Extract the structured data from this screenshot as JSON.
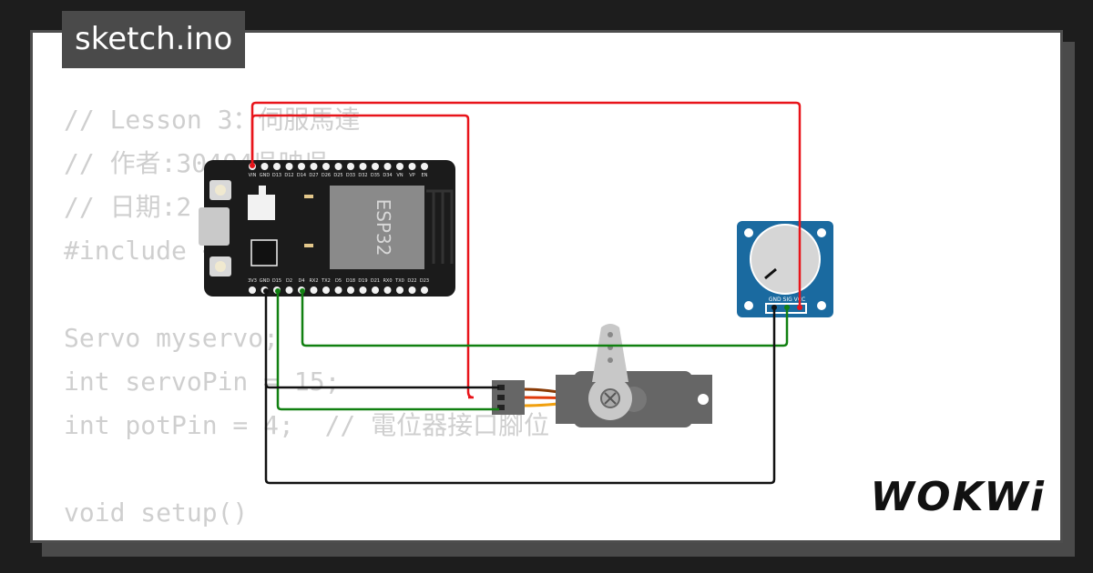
{
  "file_tab": {
    "label": "sketch.ino"
  },
  "code_lines": [
    "// Lesson 3：伺服馬達",
    "// 作者:30404吳映吳",
    "// 日期:2",
    "#include <ESP32Servo.h>",
    "",
    "Servo myservo;",
    "int servoPin = 15;",
    "int potPin = 4;  // 電位器接口腳位",
    "",
    "void setup()",
    "{"
  ],
  "board": {
    "chip_label": "ESP32",
    "top_pins": [
      "VIN",
      "GND",
      "D13",
      "D12",
      "D14",
      "D27",
      "D26",
      "D25",
      "D33",
      "D32",
      "D35",
      "D34",
      "VN",
      "VP",
      "EN"
    ],
    "bottom_pins": [
      "3V3",
      "GND",
      "D15",
      "D2",
      "D4",
      "RX2",
      "TX2",
      "D5",
      "D18",
      "D19",
      "D21",
      "RX0",
      "TX0",
      "D22",
      "D23"
    ]
  },
  "potentiometer": {
    "pin_labels": "GND SIG VCC"
  },
  "logo": {
    "text": "WOKWi"
  },
  "colors": {
    "wire_power": "#e8141a",
    "wire_signal": "#118011",
    "wire_ground": "#111111",
    "board": "#1b1b1b",
    "pot_board": "#1a6aa0",
    "servo": "#666666"
  }
}
